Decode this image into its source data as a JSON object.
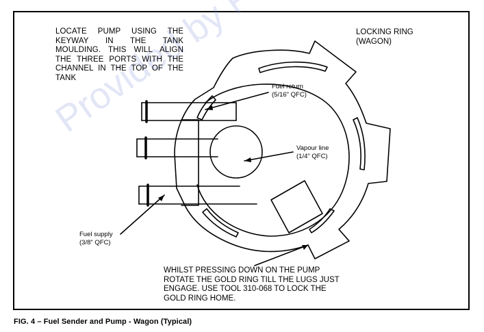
{
  "notes": {
    "locate": "LOCATE PUMP USING THE KEYWAY IN THE TANK MOULDING. THIS WILL ALIGN THE THREE PORTS WITH THE CHANNEL IN THE TOP OF THE TANK",
    "locking_ring": "LOCKING RING\n(WAGON)",
    "pressing": "WHILST PRESSING DOWN ON THE PUMP ROTATE THE GOLD RING TILL THE LUGS JUST ENGAGE. USE TOOL 310-068 TO LOCK THE GOLD RING HOME."
  },
  "callouts": {
    "fuel_return": "Fuel return\n(5/16\" QFC)",
    "vapour_line": "Vapour line\n(1/4\" QFC)",
    "fuel_supply": "Fuel supply\n(3/8\" QFC)"
  },
  "caption": "FIG. 4 – Fuel Sender and Pump - Wagon (Typical)",
  "watermark": "Provided by Ford",
  "colors": {
    "line": "#000000",
    "watermark": "#7f8fd8"
  }
}
